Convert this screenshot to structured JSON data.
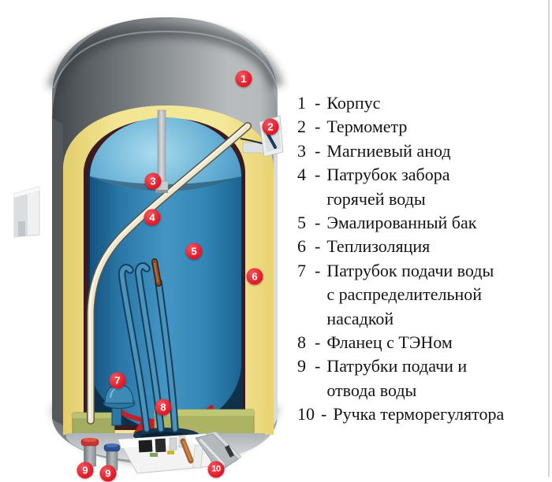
{
  "legend": {
    "separator": "-",
    "items": [
      {
        "num": "1",
        "label": "Корпус"
      },
      {
        "num": "2",
        "label": "Термометр"
      },
      {
        "num": "3",
        "label": "Магниевый анод"
      },
      {
        "num": "4",
        "label": "Патрубок забора\nгорячей воды"
      },
      {
        "num": "5",
        "label": "Эмалированный бак"
      },
      {
        "num": "6",
        "label": "Теплизоляция"
      },
      {
        "num": "7",
        "label": "Патрубок подачи воды\nс распределительной\nнасадкой"
      },
      {
        "num": "8",
        "label": "Фланец с ТЭНом"
      },
      {
        "num": "9",
        "label": "Патрубки подачи и\nотвода воды"
      },
      {
        "num": "10",
        "label": "Ручка терморегулятора"
      }
    ]
  },
  "markers": [
    {
      "label": "1"
    },
    {
      "label": "2"
    },
    {
      "label": "3"
    },
    {
      "label": "4"
    },
    {
      "label": "5"
    },
    {
      "label": "6"
    },
    {
      "label": "7"
    },
    {
      "label": "8"
    },
    {
      "label": "9"
    },
    {
      "label": "9"
    },
    {
      "label": "10"
    }
  ],
  "colors": {
    "marker_red": "#e11a2b",
    "insulation_yellow": "#f0e08a",
    "tank_blue": "#3a8cba",
    "tank_wall_maroon": "#3e1a20",
    "casing_gray": "#c7cbce",
    "background": "#ffffff",
    "legend_text": "#141414"
  }
}
